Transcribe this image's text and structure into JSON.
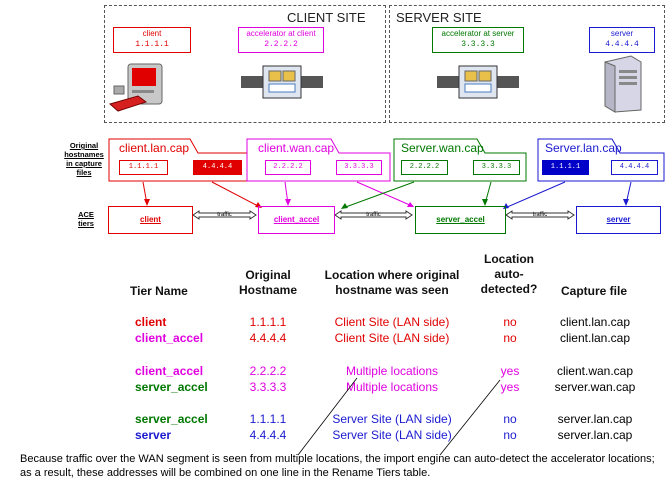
{
  "sites": {
    "client_title": "CLIENT SITE",
    "server_title": "SERVER SITE"
  },
  "nodes": {
    "client": {
      "name": "client",
      "ip": "1.1.1.1"
    },
    "accel_client": {
      "name": "accelerator at client",
      "ip": "2.2.2.2"
    },
    "accel_server": {
      "name": "accelerator at server",
      "ip": "3.3.3.3"
    },
    "server": {
      "name": "server",
      "ip": "4.4.4.4"
    }
  },
  "side_labels": {
    "hostnames": "Original hostnames in capture files",
    "ace": "ACE tiers"
  },
  "captures": [
    {
      "title": "client.lan.cap",
      "ip1": "1.1.1.1",
      "ip2": "4.4.4.4"
    },
    {
      "title": "client.wan.cap",
      "ip1": "2.2.2.2",
      "ip2": "3.3.3.3"
    },
    {
      "title": "Server.wan.cap",
      "ip1": "2.2.2.2",
      "ip2": "3.3.3.3"
    },
    {
      "title": "Server.lan.cap",
      "ip1": "1.1.1.1",
      "ip2": "4.4.4.4"
    }
  ],
  "tiers": [
    "client",
    "client_accel",
    "server_accel",
    "server"
  ],
  "traffic_label": "traffic",
  "table": {
    "headers": [
      "Tier Name",
      "Original Hostname",
      "Location where original hostname was seen",
      "Location auto-detected?",
      "Capture file"
    ],
    "rows": [
      {
        "tier": "client",
        "host": "1.1.1.1",
        "loc": "Client Site (LAN side)",
        "auto": "no",
        "file": "client.lan.cap"
      },
      {
        "tier": "client_accel",
        "host": "4.4.4.4",
        "loc": "Client Site (LAN side)",
        "auto": "no",
        "file": "client.lan.cap"
      },
      {
        "tier": "client_accel",
        "host": "2.2.2.2",
        "loc": "Multiple locations",
        "auto": "yes",
        "file": "client.wan.cap"
      },
      {
        "tier": "server_accel",
        "host": "3.3.3.3",
        "loc": "Multiple locations",
        "auto": "yes",
        "file": "server.wan.cap"
      },
      {
        "tier": "server_accel",
        "host": "1.1.1.1",
        "loc": "Server Site (LAN side)",
        "auto": "no",
        "file": "server.lan.cap"
      },
      {
        "tier": "server",
        "host": "4.4.4.4",
        "loc": "Server Site (LAN side)",
        "auto": "no",
        "file": "server.lan.cap"
      }
    ]
  },
  "note": "Because traffic over the WAN segment is seen from multiple locations, the import engine can auto-detect the accelerator locations; as a result, these addresses will be combined on one line in the Rename Tiers table.",
  "colors": {
    "client": "#e00000",
    "client_accel": "#e000e0",
    "server_accel": "#007800",
    "server": "#1a1ad0"
  }
}
